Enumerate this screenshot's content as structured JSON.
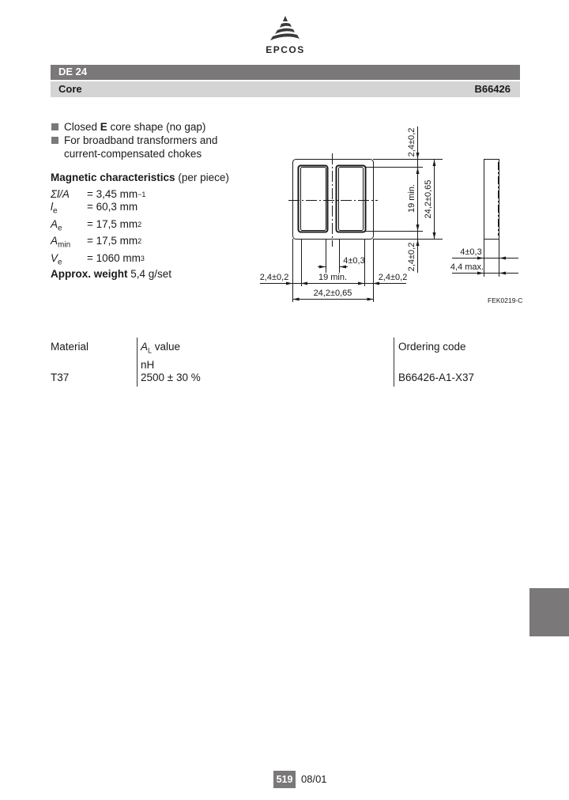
{
  "header": {
    "logo_text": "EPCOS",
    "series": "DE 24",
    "part_type": "Core",
    "part_number": "B66426"
  },
  "features": [
    {
      "pre": "Closed ",
      "bold": "E",
      "post": " core shape (no gap)"
    },
    {
      "pre": "For broadband transformers and",
      "bold": "",
      "post": ""
    },
    {
      "pre": "current-compensated chokes",
      "bold": "",
      "post": "",
      "continuation": true
    }
  ],
  "magnetic": {
    "title": "Magnetic characteristics",
    "title_suffix": " (per piece)",
    "rows": [
      {
        "symbol": "Σl/A",
        "sub": "",
        "value": "= 3,45 mm",
        "sup": "−1"
      },
      {
        "symbol": "l",
        "sub": "e",
        "value": "= 60,3 mm",
        "sup": ""
      },
      {
        "symbol": "A",
        "sub": "e",
        "value": "= 17,5 mm",
        "sup": "2"
      },
      {
        "symbol": "A",
        "sub": "min",
        "value": "= 17,5 mm",
        "sup": "2"
      },
      {
        "symbol": "V",
        "sub": "e",
        "value": "= 1060 mm",
        "sup": "3"
      }
    ]
  },
  "weight": {
    "label": "Approx. weight",
    "value": " 5,4 g/set"
  },
  "drawing": {
    "dims": {
      "top_flange": "2,4±0,2",
      "bottom_flange": "2,4±0,2",
      "height_inner": "19 min.",
      "height_total": "24,2±0,65",
      "left_flange": "2,4±0,2",
      "right_flange": "2,4±0,2",
      "width_inner": "19 min.",
      "width_total": "24,2±0,65",
      "center_leg": "4±0,3",
      "side_thickness": "4±0,3",
      "side_max": "4,4 max."
    },
    "code": "FEK0219-C"
  },
  "table": {
    "headers": {
      "material": "Material",
      "al_symbol": "A",
      "al_sub": "L",
      "al_label": " value",
      "al_unit": "nH",
      "ordering": "Ordering code"
    },
    "rows": [
      {
        "material": "T37",
        "al_value": "2500 ± 30 %",
        "ordering_code": "B66426-A1-X37"
      }
    ]
  },
  "footer": {
    "page": "519",
    "date": "08/01"
  },
  "colors": {
    "bar_dark": "#7a7878",
    "bar_light": "#d4d4d4"
  }
}
